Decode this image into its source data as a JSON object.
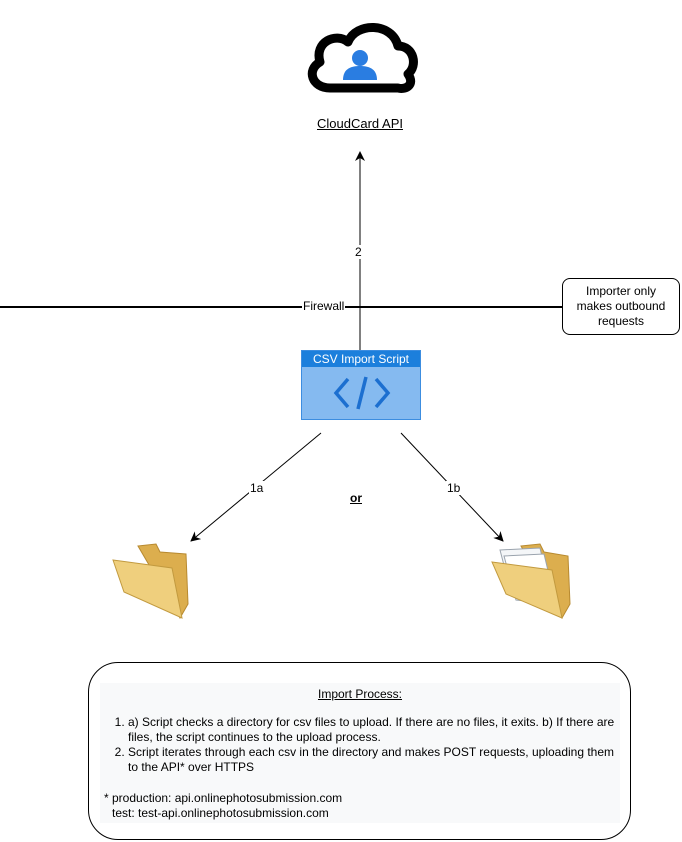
{
  "cloud": {
    "label": "CloudCard API",
    "icon": "cloud-user-icon"
  },
  "arrows": {
    "to_api": "2",
    "to_folder_empty": "1a",
    "to_folder_full": "1b"
  },
  "firewall": {
    "label": "Firewall"
  },
  "note": {
    "text": "Importer only makes outbound requests"
  },
  "script": {
    "title": "CSV Import Script",
    "icon": "code-icon"
  },
  "or_label": "or",
  "folders": {
    "empty": "empty-folder-icon",
    "full": "full-folder-icon"
  },
  "process": {
    "title": "Import Process:",
    "steps": [
      "a) Script checks a directory for csv files to upload. If there are no files, it exits. b) If there are files, the script continues to the upload process.",
      "Script iterates through each csv in the directory and makes POST requests, uploading them to the API* over HTTPS"
    ],
    "footnote_production": "* production: api.onlinephotosubmission.com",
    "footnote_test": "test: test-api.onlinephotosubmission.com"
  },
  "colors": {
    "script_header": "#1c7fdc",
    "script_body": "#85baf0",
    "icon_blue": "#2a7de1",
    "folder": "#e9c26b"
  }
}
